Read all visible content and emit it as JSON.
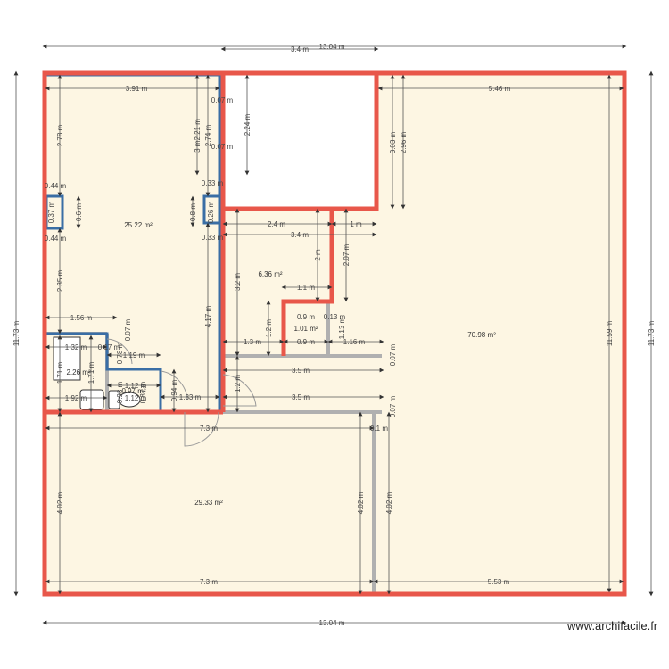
{
  "plan": {
    "watermark": "www.archifacile.fr",
    "colors": {
      "floor": "#fdf6e3",
      "exterior_wall": "#e8574a",
      "interior_wall_blue": "#3a6ea5",
      "partition_gray": "#b0b0b0",
      "dimension_line": "#444444",
      "unfloored": "#ffffff"
    },
    "overall": {
      "width_top": "13.04 m",
      "width_top_partial": "3.4 m",
      "width_bottom": "13.04 m",
      "height_left": "11.73 m",
      "height_right": "11.73 m",
      "height_inner_right": "11.59 m"
    },
    "rooms": [
      {
        "id": "living",
        "area": "25.22 m²"
      },
      {
        "id": "small-room",
        "area": "6.36 m²"
      },
      {
        "id": "closet",
        "area": "1.01 m²"
      },
      {
        "id": "bathroom",
        "area": "2.26 m²"
      },
      {
        "id": "wc",
        "area": "0.97 m²"
      },
      {
        "id": "bottom-room",
        "area": "29.33 m²"
      },
      {
        "id": "large-room",
        "area": "70.98 m²"
      }
    ],
    "dimensions": {
      "d391": "3.91 m",
      "d007a": "0.07 m",
      "d007b": "0.07 m",
      "d278": "2.78 m",
      "d3m221": "3 m2.21 m",
      "d274": "2.74 m",
      "d224": "2.24 m",
      "d303": "3.03 m",
      "d296": "2.96 m",
      "d546": "5.46 m",
      "d044a": "0.44 m",
      "d044b": "0.44 m",
      "d06": "0.6 m",
      "d037": "0.37 m",
      "d033a": "0.33 m",
      "d033b": "0.33 m",
      "d08": "0.8 m",
      "d026": "0.26 m",
      "d24": "2.4 m",
      "d1": "1 m",
      "d34": "3.4 m",
      "d32": "3.2 m",
      "d2": "2 m",
      "d207": "2.07 m",
      "d235": "2.35 m",
      "d417": "4.17 m",
      "d11": "1.1 m",
      "d12a": "1.2 m",
      "d09a": "0.9 m",
      "d013": "0.13 m",
      "d113": "1.13 m",
      "d13": "1.3 m",
      "d09b": "0.9 m",
      "d116": "1.16 m",
      "d007c": "0.07 m",
      "d35a": "3.5 m",
      "d35b": "3.5 m",
      "d007d": "0.07 m",
      "d12b": "1.2 m",
      "d156": "1.56 m",
      "d007e": "0.07 m",
      "d132": "1.32 m",
      "d017": "0.17 m",
      "d078": "0.78 m",
      "d119": "1.19 m",
      "d171a": "1.71 m",
      "d171b": "1.71 m",
      "d112a": "1.12 m",
      "d093": "0.93 m",
      "d112b": "1.12 m",
      "d087": "0.87 m",
      "d092": "1.92 m",
      "d094": "0.94 m",
      "d133": "1.33 m",
      "d73a": "7.3 m",
      "d01": "0.1 m",
      "d402a": "4.02 m",
      "d402b": "4.02 m",
      "d402c": "4.02 m",
      "d73b": "7.3 m",
      "d553": "5.53 m"
    }
  }
}
